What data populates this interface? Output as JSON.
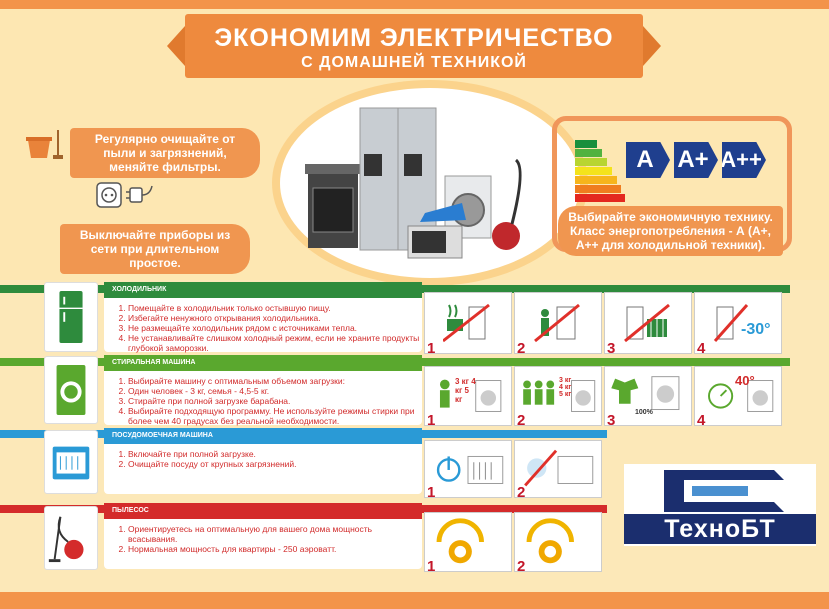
{
  "title": {
    "main": "ЭКОНОМИМ ЭЛЕКТРИЧЕСТВО",
    "sub": "С ДОМАШНЕЙ ТЕХНИКОЙ"
  },
  "tips": {
    "clean": "Регулярно очищайте от пыли и загрязнений, меняйте фильтры.",
    "unplug": "Выключайте приборы из сети при длительном простое.",
    "choose": "Выбирайте экономичную технику. Класс энергопотребления - А (А+, А++ для холодильной техники)."
  },
  "badges": [
    "A",
    "A+",
    "A++"
  ],
  "energy_colors": [
    "#1a8f3c",
    "#52b23f",
    "#b8d531",
    "#f4e31b",
    "#f6b51c",
    "#ef7d1f",
    "#e4281f"
  ],
  "sections": [
    {
      "key": "fridge",
      "title": "ХОЛОДИЛЬНИК",
      "color": "#2e8b3d",
      "icon": "fridge-icon",
      "items": [
        "Помещайте в холодильник только остывшую пищу.",
        "Избегайте ненужного открывания холодильника.",
        "Не размещайте холодильник рядом с источниками тепла.",
        "Не устанавливайте слишком холодный режим, если не храните продукты глубокой заморозки."
      ],
      "panels": [
        {
          "num": "1",
          "label": ""
        },
        {
          "num": "2",
          "label": ""
        },
        {
          "num": "3",
          "label": ""
        },
        {
          "num": "4",
          "label": "-30°"
        }
      ]
    },
    {
      "key": "washer",
      "title": "СТИРАЛЬНАЯ МАШИНА",
      "color": "#5aa82e",
      "icon": "washing-machine-icon",
      "items": [
        "Выбирайте машину с оптимальным объемом загрузки:",
        "Один человек - 3 кг, семья - 4,5-5 кг.",
        "Стирайте при полной загрузке барабана.",
        "Выбирайте подходящую программу. Не используйте режимы стирки при более чем 40 градусах без реальной необходимости."
      ],
      "panels": [
        {
          "num": "1",
          "label": "3 кг 4 кг 5 кг"
        },
        {
          "num": "2",
          "label": "3 кг 4 кг 5 кг"
        },
        {
          "num": "3",
          "label": "100%"
        },
        {
          "num": "4",
          "label": "40°"
        }
      ]
    },
    {
      "key": "dishwasher",
      "title": "ПОСУДОМОЕЧНАЯ МАШИНА",
      "color": "#2a9ad6",
      "icon": "dishwasher-icon",
      "items": [
        "Включайте при полной загрузке.",
        "Очищайте посуду от крупных загрязнений."
      ],
      "panels": [
        {
          "num": "1",
          "label": ""
        },
        {
          "num": "2",
          "label": ""
        }
      ]
    },
    {
      "key": "vacuum",
      "title": "ПЫЛЕСОС",
      "color": "#d42b2b",
      "icon": "vacuum-cleaner-icon",
      "items": [
        "Ориентируетесь на оптимальную для вашего дома мощность всасывания.",
        "Нормальная мощность для квартиры - 250 аэроватт."
      ],
      "panels": [
        {
          "num": "1",
          "label": ""
        },
        {
          "num": "2",
          "label": ""
        }
      ]
    }
  ],
  "logo": "ТехноБТ"
}
